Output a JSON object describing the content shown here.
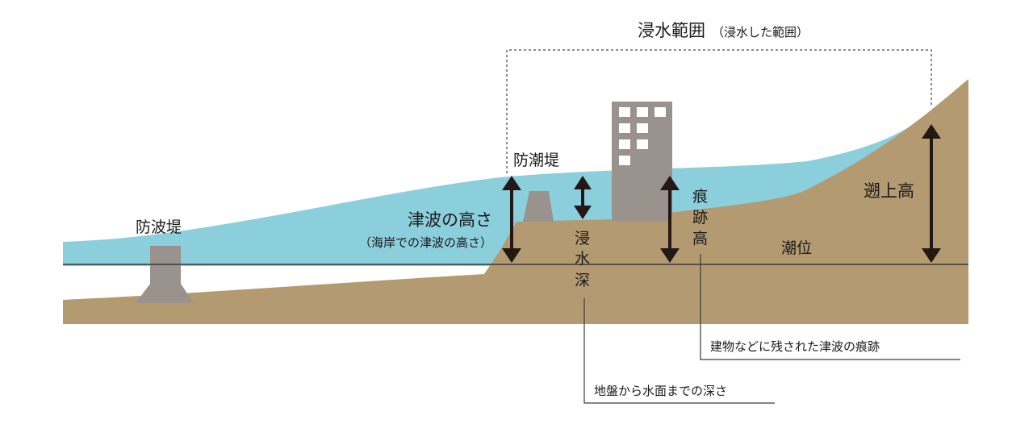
{
  "labels": {
    "inundation_area": "浸水範囲",
    "inundation_area_note": "（浸水した範囲）",
    "breakwater": "防波堤",
    "seawall": "防潮堤",
    "tsunami_height": "津波の高さ",
    "tsunami_height_note": "（海岸での津波の高さ）",
    "inundation_depth": [
      "浸",
      "水",
      "深"
    ],
    "trace_height": [
      "痕",
      "跡",
      "高"
    ],
    "runup_height": "遡上高",
    "tide_level": "潮位",
    "trace_callout": "建物などに残された津波の痕跡",
    "depth_callout": "地盤から水面までの深さ"
  },
  "colors": {
    "water": "#8ccfdc",
    "ground": "#b49a70",
    "structure": "#9a928c",
    "arrow": "#231815",
    "line": "#3a3a3a"
  }
}
